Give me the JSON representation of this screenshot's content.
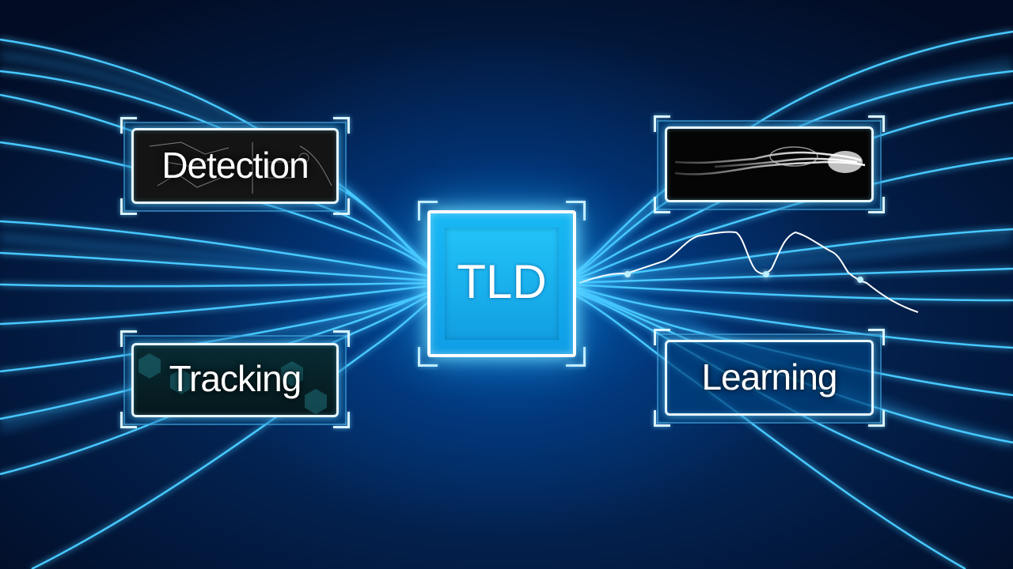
{
  "diagram": {
    "center": {
      "label": "TLD"
    },
    "nodes": {
      "detection": {
        "label": "Detection"
      },
      "tracking": {
        "label": "Tracking"
      },
      "learning": {
        "label": "Learning"
      }
    }
  },
  "colors": {
    "background": "#020d24",
    "glow": "#39c6ff",
    "center_fill": "#18b8f4",
    "panel_border": "#e8f7ff"
  }
}
